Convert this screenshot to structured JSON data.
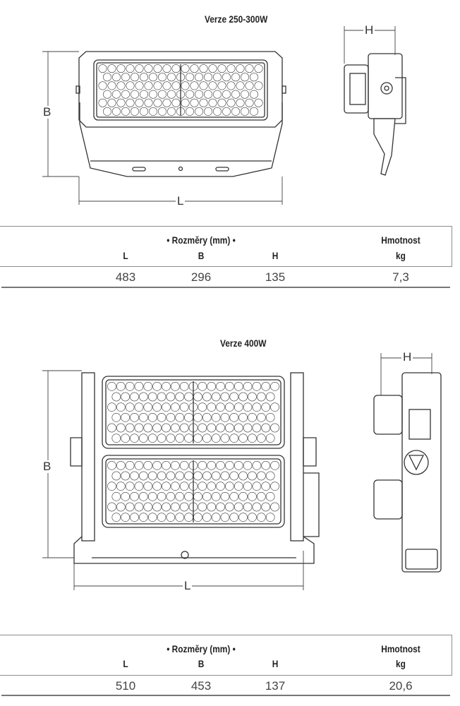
{
  "sections": [
    {
      "title": "Verze 250-300W",
      "dim_labels": {
        "B": "B",
        "L": "L",
        "H": "H"
      },
      "table": {
        "group_header": "• Rozměry (mm) •",
        "columns": [
          "L",
          "B",
          "H"
        ],
        "weight_header": "Hmotnost",
        "weight_unit": "kg",
        "values": [
          "483",
          "296",
          "135",
          "7,3"
        ]
      }
    },
    {
      "title": "Verze 400W",
      "dim_labels": {
        "B": "B",
        "L": "L",
        "H": "H"
      },
      "table": {
        "group_header": "• Rozměry (mm) •",
        "columns": [
          "L",
          "B",
          "H"
        ],
        "weight_header": "Hmotnost",
        "weight_unit": "kg",
        "values": [
          "510",
          "453",
          "137",
          "20,6"
        ]
      }
    }
  ]
}
